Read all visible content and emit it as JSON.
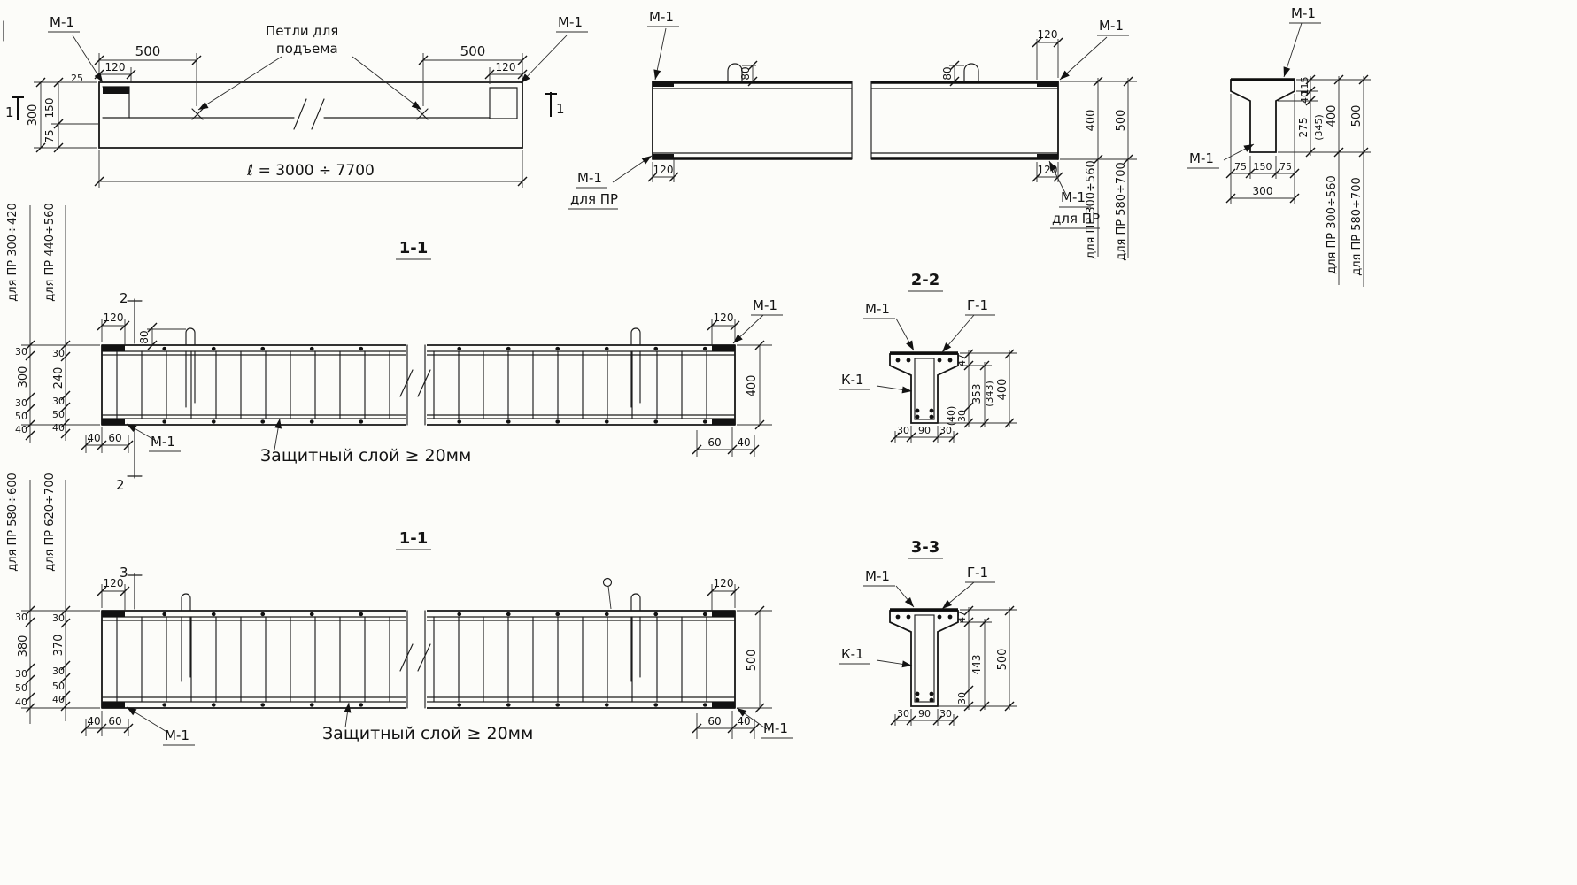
{
  "plan_view": {
    "m1_left": "М-1",
    "m1_right": "М-1",
    "loops_label_line1": "Петли для",
    "loops_label_line2": "подъема",
    "dim_500_left": "500",
    "dim_120_left": "120",
    "dim_500_right": "500",
    "dim_120_right": "120",
    "dim_25": "25",
    "dim_150": "150",
    "dim_75": "75",
    "dim_300": "300",
    "length_label": "ℓ = 3000 ÷ 7700",
    "cut_mark_left": "1",
    "cut_mark_right": "1"
  },
  "elevation_view": {
    "m1_top_left": "М-1",
    "m1_top_right": "М-1",
    "dim_80_left": "80",
    "dim_80_right": "80",
    "dim_120_top_right": "120",
    "dim_120_bottom_left": "120",
    "dim_120_bottom_right": "120",
    "m1_bottom_left": "М-1",
    "m1_bottom_left_sub": "для ПР",
    "m1_bottom_right": "М-1",
    "m1_bottom_right_sub": "для ПР",
    "dim_400": "400",
    "dim_500": "500",
    "range_400": "для ПР 300÷560",
    "range_500": "для ПР 580÷700"
  },
  "end_section_view": {
    "m1_top": "М-1",
    "m1_left": "М-1",
    "dim_115": "115",
    "dim_40": "40",
    "dim_275": "275",
    "dim_345": "(345)",
    "dim_400": "400",
    "dim_500": "500",
    "dim_75_left": "75",
    "dim_150": "150",
    "dim_75_right": "75",
    "dim_300": "300",
    "range_400": "для ПР 300÷560",
    "range_500": "для ПР 580÷700"
  },
  "section_1_1_top": {
    "title": "1-1",
    "range_outer": "для ПР 300÷420",
    "range_inner": "для ПР 440÷560",
    "chain_outer": [
      "30",
      "300",
      "30",
      "50",
      "40"
    ],
    "chain_inner": [
      "30",
      "240",
      "30",
      "50",
      "40"
    ],
    "cut_mark_top": "2",
    "cut_mark_bottom": "2",
    "dim_120_top_left": "120",
    "dim_80": "80",
    "dim_120_top_right": "120",
    "m1_top_right": "М-1",
    "m1_bottom_left": "М-1",
    "dim_400": "400",
    "cover_note": "Защитный слой ≥ 20мм",
    "dim_40_left": "40",
    "dim_60_left": "60",
    "dim_60_right": "60",
    "dim_40_right": "40"
  },
  "section_2_2": {
    "title": "2-2",
    "m1": "М-1",
    "g1": "Г-1",
    "k1": "К-1",
    "dim_47": "47",
    "dim_353": "353",
    "dim_343": "(343)",
    "dim_400": "400",
    "dim_30_cover": "30",
    "dim_40_cover": "(40)",
    "dim_30_left": "30",
    "dim_90": "90",
    "dim_30_right": "30"
  },
  "section_1_1_bottom": {
    "title": "1-1",
    "range_outer": "для ПР 580÷600",
    "range_inner": "для ПР 620÷700",
    "chain_outer": [
      "30",
      "380",
      "30",
      "50",
      "40"
    ],
    "chain_inner": [
      "30",
      "370",
      "30",
      "50",
      "40"
    ],
    "cut_mark_top": "3",
    "dim_120_top_left": "120",
    "dim_120_top_right": "120",
    "m1_bottom_left": "М-1",
    "m1_bottom_right": "М-1",
    "dim_500": "500",
    "cover_note": "Защитный слой ≥ 20мм",
    "dim_40_left": "40",
    "dim_60_left": "60",
    "dim_60_right": "60",
    "dim_40_right": "40"
  },
  "section_3_3": {
    "title": "3-3",
    "m1": "М-1",
    "g1": "Г-1",
    "k1": "К-1",
    "dim_47": "47",
    "dim_443": "443",
    "dim_500": "500",
    "dim_30_cover": "30",
    "dim_30_left": "30",
    "dim_90": "90",
    "dim_30_right": "30"
  }
}
